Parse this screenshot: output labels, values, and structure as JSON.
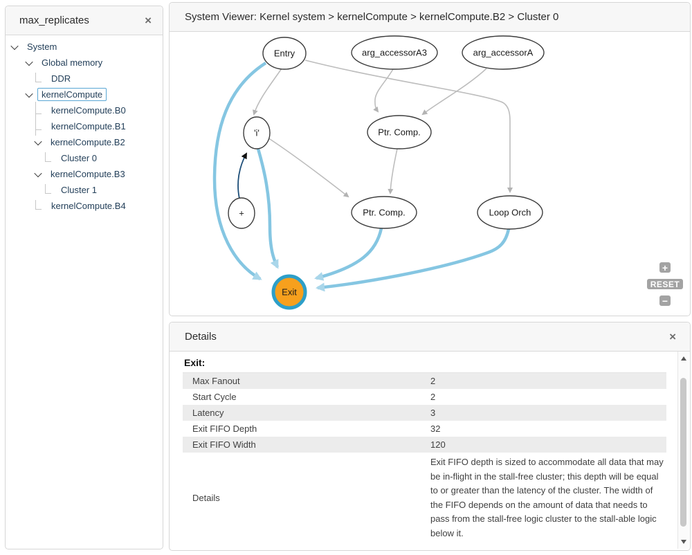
{
  "sidebar": {
    "title": "max_replicates",
    "close_icon": "×",
    "tree": [
      {
        "label": "System",
        "level": 0,
        "expander": "chevron"
      },
      {
        "label": "Global memory",
        "level": 1,
        "expander": "chevron"
      },
      {
        "label": "DDR",
        "level": 2,
        "expander": "elbow"
      },
      {
        "label": "kernelCompute",
        "level": 1,
        "expander": "chevron",
        "selected": true
      },
      {
        "label": "kernelCompute.B0",
        "level": 2,
        "expander": "tee"
      },
      {
        "label": "kernelCompute.B1",
        "level": 2,
        "expander": "tee"
      },
      {
        "label": "kernelCompute.B2",
        "level": 2,
        "expander": "chevron"
      },
      {
        "label": "Cluster 0",
        "level": 3,
        "expander": "elbow"
      },
      {
        "label": "kernelCompute.B3",
        "level": 2,
        "expander": "chevron"
      },
      {
        "label": "Cluster 1",
        "level": 3,
        "expander": "elbow"
      },
      {
        "label": "kernelCompute.B4",
        "level": 2,
        "expander": "elbow"
      }
    ]
  },
  "system_viewer": {
    "title": "System Viewer: Kernel system > kernelCompute > kernelCompute.B2 > Cluster 0",
    "nodes": {
      "entry": "Entry",
      "arg_accessor_a3": "arg_accessorA3",
      "arg_accessor_a": "arg_accessorA",
      "i_var": "'i'",
      "ptr_comp_top": "Ptr. Comp.",
      "plus": "+",
      "ptr_comp_bottom": "Ptr. Comp.",
      "loop_orch": "Loop Orch",
      "exit": "Exit"
    },
    "edges": [
      {
        "from": "Entry",
        "to": "'i'",
        "style": "gray"
      },
      {
        "from": "Entry",
        "to": "Loop Orch",
        "style": "gray"
      },
      {
        "from": "arg_accessorA3",
        "to": "Ptr. Comp. (top)",
        "style": "gray"
      },
      {
        "from": "arg_accessorA",
        "to": "Ptr. Comp. (top)",
        "style": "gray"
      },
      {
        "from": "Ptr. Comp. (top)",
        "to": "Ptr. Comp. (bottom)",
        "style": "gray"
      },
      {
        "from": "'i'",
        "to": "Ptr. Comp. (bottom)",
        "style": "gray"
      },
      {
        "from": "+",
        "to": "'i'",
        "style": "dark-blue"
      },
      {
        "from": "Entry",
        "to": "Exit",
        "style": "light-blue"
      },
      {
        "from": "'i'",
        "to": "Exit",
        "style": "light-blue"
      },
      {
        "from": "Ptr. Comp. (bottom)",
        "to": "Exit",
        "style": "light-blue"
      },
      {
        "from": "Loop Orch",
        "to": "Exit",
        "style": "light-blue"
      }
    ],
    "zoom_controls": {
      "zoom_in": "+",
      "reset": "RESET",
      "zoom_out": "−"
    }
  },
  "details_panel": {
    "title": "Details",
    "close_icon": "×",
    "heading": "Exit:",
    "rows": [
      {
        "label": "Max Fanout",
        "value": "2"
      },
      {
        "label": "Start Cycle",
        "value": "2"
      },
      {
        "label": "Latency",
        "value": "3"
      },
      {
        "label": "Exit FIFO Depth",
        "value": "32"
      },
      {
        "label": "Exit FIFO Width",
        "value": "120"
      },
      {
        "label": "Details",
        "value": "Exit FIFO depth is sized to accommodate all data that may be in-flight in the stall-free cluster; this depth will be equal to or greater than the latency of the cluster.  The width of the FIFO depends on the amount of data that needs to pass from the stall-free logic cluster to the stall-able logic below it."
      }
    ]
  },
  "colors": {
    "entry_node_fill": "#b0c717",
    "exit_node_fill": "#f7a01d",
    "exit_node_ring": "#2d9fc9",
    "flow_edge": "#85c6e2",
    "loop_edge": "#1d4e78",
    "default_edge": "#bdbdbd",
    "selected_outline": "#58a6d4"
  }
}
